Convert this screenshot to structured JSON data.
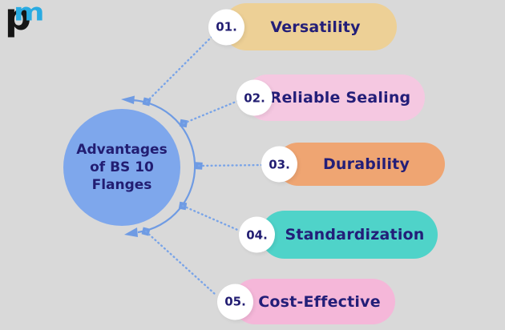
{
  "background_color": "#D9D9D9",
  "logo": {
    "p": "p",
    "m": "m",
    "p_color": "#151515",
    "m_color": "#29ABE2"
  },
  "center": {
    "title": "Advantages of BS 10 Flanges",
    "fill_color": "#7EA7EC",
    "text_color": "#221D72"
  },
  "connector": {
    "arc_color": "#6F9BE3",
    "dotted_line_color": "#79A4E8"
  },
  "items": [
    {
      "number": "01.",
      "label": "Versatility",
      "color": "#EDD096"
    },
    {
      "number": "02.",
      "label": "Reliable Sealing",
      "color": "#F5C8E1"
    },
    {
      "number": "03.",
      "label": "Durability",
      "color": "#EFA572"
    },
    {
      "number": "04.",
      "label": "Standardization",
      "color": "#4FD3C9"
    },
    {
      "number": "05.",
      "label": "Cost-Effective",
      "color": "#F5B7D9"
    }
  ]
}
